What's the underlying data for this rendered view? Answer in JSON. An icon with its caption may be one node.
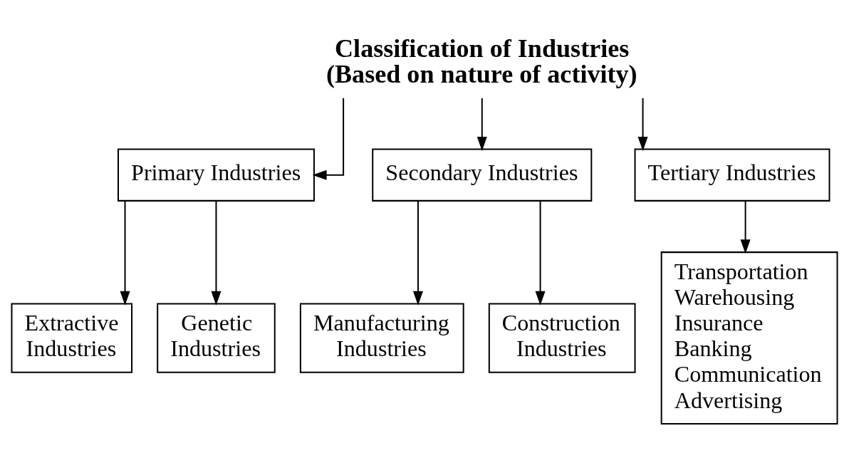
{
  "diagram": {
    "nodes": [
      {
        "text": [
          "Classification of Industries",
          "(Based on nature of activity)"
        ]
      },
      {
        "text": [
          "Primary Industries"
        ]
      },
      {
        "text": [
          "Secondary Industries"
        ]
      },
      {
        "text": [
          "Tertiary Industries"
        ]
      },
      {
        "text": [
          "Extractive Industries"
        ]
      },
      {
        "text": [
          "Genetic Industries"
        ]
      },
      {
        "text": [
          "Manufacturing Industries"
        ]
      },
      {
        "text": [
          "Construction Industries"
        ]
      },
      {
        "text": [
          "Transportation",
          "Warehousing",
          "Insurance",
          "Banking",
          "Communication",
          "Advertising"
        ]
      }
    ],
    "edges": [
      {
        "from": 0,
        "to": 1,
        "arrow": "to"
      },
      {
        "from": 0,
        "to": 2,
        "arrow": "to"
      },
      {
        "from": 0,
        "to": 3,
        "arrow": "to"
      },
      {
        "from": 1,
        "to": 4,
        "arrow": "to"
      },
      {
        "from": 1,
        "to": 5,
        "arrow": "to"
      },
      {
        "from": 2,
        "to": 6,
        "arrow": "to"
      },
      {
        "from": 2,
        "to": 7,
        "arrow": "to"
      },
      {
        "from": 3,
        "to": 8,
        "arrow": "to"
      }
    ]
  }
}
